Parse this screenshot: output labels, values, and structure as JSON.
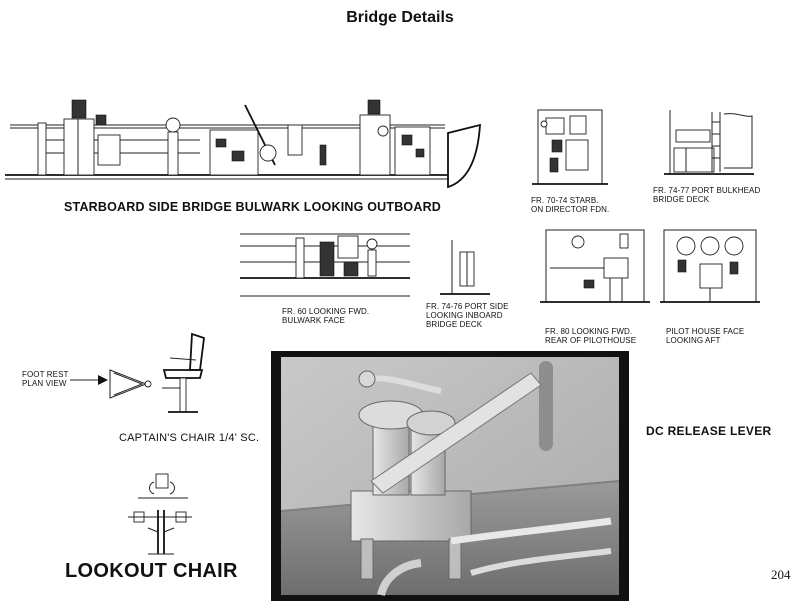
{
  "page": {
    "title": "Bridge Details",
    "page_number": "204"
  },
  "drawings": {
    "starboard_bulwark": "STARBOARD SIDE BRIDGE BULWARK LOOKING OUTBOARD",
    "fr70_74": "Fr. 70-74 STARB.\nON DIRECTOR FDN.",
    "fr74_77": "Fr. 74-77 PORT BULKHEAD\nBRIDGE DECK",
    "fr60": "Fr. 60 LOOKING FWD.\nBULWARK FACE",
    "fr74_76": "Fr. 74-76 PORT SIDE\nLOOKING INBOARD\nBRIDGE DECK",
    "fr80": "Fr. 80 LOOKING FWD.\nREAR OF PILOTHOUSE",
    "pilot_house": "PILOT HOUSE FACE\nLOOKING AFT",
    "foot_rest": "FOOT REST\nPLAN VIEW",
    "captains_chair": "CAPTAIN'S CHAIR 1/4' SC.",
    "lookout_chair": "LOOKOUT CHAIR",
    "dc_release": "DC RELEASE LEVER"
  }
}
